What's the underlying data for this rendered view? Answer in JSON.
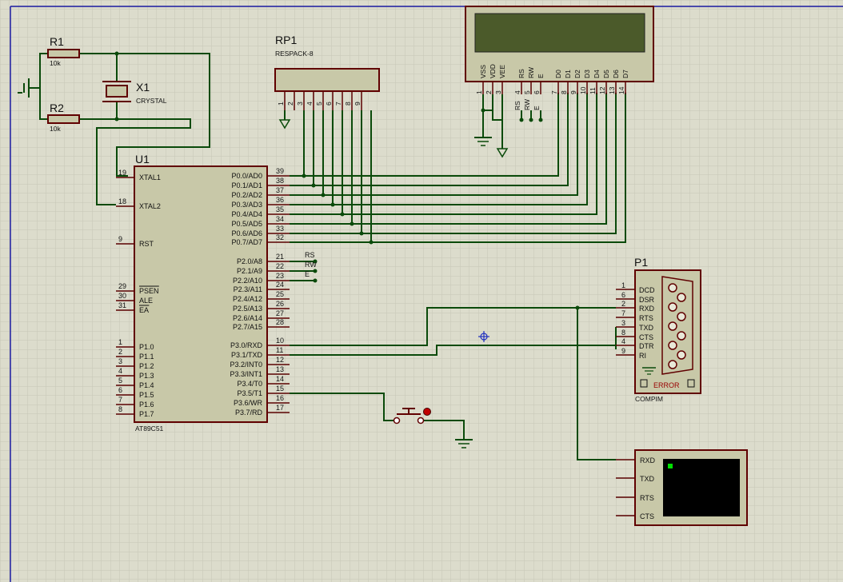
{
  "u1": {
    "ref": "U1",
    "part": "AT89C51",
    "left_pins": [
      {
        "num": "19",
        "label": "XTAL1"
      },
      {
        "num": "18",
        "label": "XTAL2"
      },
      {
        "num": "9",
        "label": "RST"
      },
      {
        "num": "29",
        "label": "PSEN"
      },
      {
        "num": "30",
        "label": "ALE"
      },
      {
        "num": "31",
        "label": "EA"
      },
      {
        "num": "1",
        "label": "P1.0"
      },
      {
        "num": "2",
        "label": "P1.1"
      },
      {
        "num": "3",
        "label": "P1.2"
      },
      {
        "num": "4",
        "label": "P1.3"
      },
      {
        "num": "5",
        "label": "P1.4"
      },
      {
        "num": "6",
        "label": "P1.5"
      },
      {
        "num": "7",
        "label": "P1.6"
      },
      {
        "num": "8",
        "label": "P1.7"
      }
    ],
    "right_pins": [
      {
        "num": "39",
        "label": "P0.0/AD0"
      },
      {
        "num": "38",
        "label": "P0.1/AD1"
      },
      {
        "num": "37",
        "label": "P0.2/AD2"
      },
      {
        "num": "36",
        "label": "P0.3/AD3"
      },
      {
        "num": "35",
        "label": "P0.4/AD4"
      },
      {
        "num": "34",
        "label": "P0.5/AD5"
      },
      {
        "num": "33",
        "label": "P0.6/AD6"
      },
      {
        "num": "32",
        "label": "P0.7/AD7"
      },
      {
        "num": "21",
        "label": "P2.0/A8"
      },
      {
        "num": "22",
        "label": "P2.1/A9"
      },
      {
        "num": "23",
        "label": "P2.2/A10"
      },
      {
        "num": "24",
        "label": "P2.3/A11"
      },
      {
        "num": "25",
        "label": "P2.4/A12"
      },
      {
        "num": "26",
        "label": "P2.5/A13"
      },
      {
        "num": "27",
        "label": "P2.6/A14"
      },
      {
        "num": "28",
        "label": "P2.7/A15"
      },
      {
        "num": "10",
        "label": "P3.0/RXD"
      },
      {
        "num": "11",
        "label": "P3.1/TXD"
      },
      {
        "num": "12",
        "label": "P3.2/INT0"
      },
      {
        "num": "13",
        "label": "P3.3/INT1"
      },
      {
        "num": "14",
        "label": "P3.4/T0"
      },
      {
        "num": "15",
        "label": "P3.5/T1"
      },
      {
        "num": "16",
        "label": "P3.6/WR"
      },
      {
        "num": "17",
        "label": "P3.7/RD"
      }
    ],
    "p2_nets": [
      "RS",
      "RW",
      "E"
    ]
  },
  "r1": {
    "ref": "R1",
    "value": "10k"
  },
  "r2": {
    "ref": "R2",
    "value": "10k"
  },
  "x1": {
    "ref": "X1",
    "value": "CRYSTAL"
  },
  "rp1": {
    "ref": "RP1",
    "value": "RESPACK-8",
    "pins": [
      "1",
      "2",
      "3",
      "4",
      "5",
      "6",
      "7",
      "8",
      "9"
    ]
  },
  "lcd": {
    "pin_labels": [
      "VSS",
      "VDD",
      "VEE",
      "RS",
      "RW",
      "E",
      "D0",
      "D1",
      "D2",
      "D3",
      "D4",
      "D5",
      "D6",
      "D7"
    ],
    "pin_nums": [
      "1",
      "2",
      "3",
      "4",
      "5",
      "6",
      "7",
      "8",
      "9",
      "10",
      "11",
      "12",
      "13",
      "14"
    ],
    "net_labels": [
      "RS",
      "RW",
      "E"
    ]
  },
  "p1": {
    "ref": "P1",
    "part": "COMPIM",
    "status": "ERROR",
    "pins": [
      {
        "num": "1",
        "label": "DCD"
      },
      {
        "num": "6",
        "label": "DSR"
      },
      {
        "num": "2",
        "label": "RXD"
      },
      {
        "num": "7",
        "label": "RTS"
      },
      {
        "num": "3",
        "label": "TXD"
      },
      {
        "num": "8",
        "label": "CTS"
      },
      {
        "num": "4",
        "label": "DTR"
      },
      {
        "num": "9",
        "label": "RI"
      }
    ]
  },
  "terminal": {
    "pins": [
      "RXD",
      "TXD",
      "RTS",
      "CTS"
    ]
  },
  "colors": {
    "background": "#dcdccc",
    "grid": "#c4c4b4",
    "wire": "#0a4a0a",
    "component": "#c8c8a8",
    "outline": "#600000",
    "lcd_screen": "#4b5a2a",
    "terminal_screen": "#000000"
  }
}
